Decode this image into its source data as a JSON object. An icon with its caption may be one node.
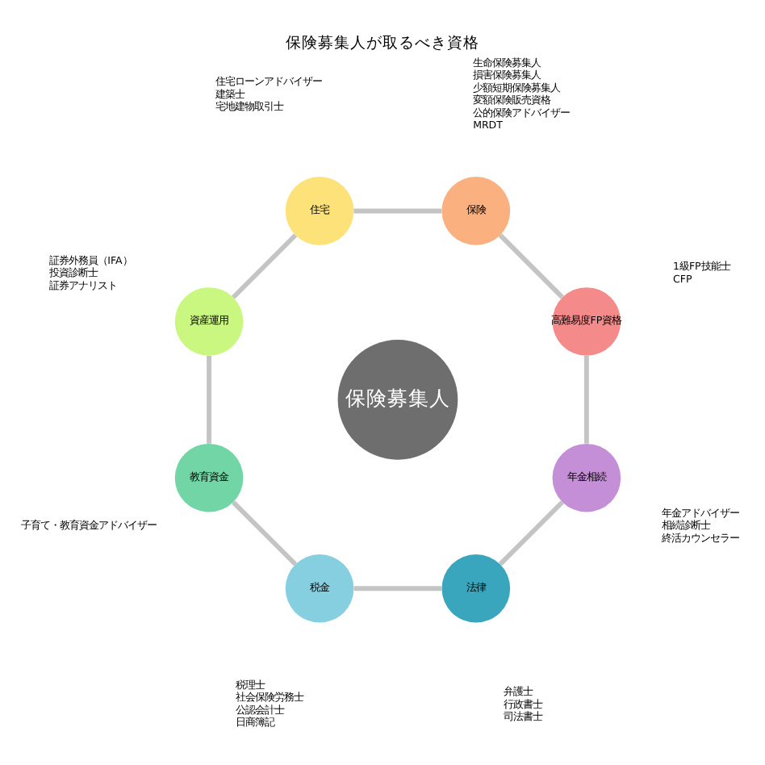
{
  "diagram": {
    "title": "保険募集人が取るべき資格",
    "nodes": [
      {
        "text": [
          "保険募集人"
        ]
      },
      {
        "text": [
          "高難易度FP資格"
        ],
        "beside": [
          "1級FP技能士",
          "CFP"
        ]
      },
      {
        "text": [
          "保険"
        ],
        "beside": [
          "生命保険募集人",
          "損害保険募集人",
          "少額短期保険募集人",
          "変額保険販売資格",
          "公的保険アドバイザー",
          "MRDT"
        ]
      },
      {
        "text": [
          "住宅"
        ],
        "beside": [
          "住宅ローンアドバイザー",
          "建築士",
          "宅地建物取引士"
        ]
      },
      {
        "text": [
          "資産運用"
        ],
        "beside": [
          "証券外務員（IFA）",
          "投資診断士",
          "証券アナリスト"
        ]
      },
      {
        "text": [
          "教育資金"
        ],
        "beside": [
          "子育て・教育資金アドバイザー"
        ]
      },
      {
        "text": [
          "税金"
        ],
        "beside": [
          "税理士",
          "社会保険労務士",
          "公認会計士",
          "日商簿記"
        ]
      },
      {
        "text": [
          "法律"
        ],
        "beside": [
          "弁護士",
          "行政書士",
          "司法書士"
        ]
      },
      {
        "text": [
          "年金相続"
        ],
        "beside": [
          "年金アドバイザー",
          "相続診断士",
          "終活カウンセラー"
        ]
      }
    ],
    "edges": [
      {
        "from": 1,
        "to": 2,
        "arrow": "none"
      },
      {
        "from": 2,
        "to": 3,
        "arrow": "none"
      },
      {
        "from": 3,
        "to": 4,
        "arrow": "none"
      },
      {
        "from": 4,
        "to": 5,
        "arrow": "none"
      },
      {
        "from": 5,
        "to": 6,
        "arrow": "none"
      },
      {
        "from": 6,
        "to": 7,
        "arrow": "none"
      },
      {
        "from": 7,
        "to": 8,
        "arrow": "none"
      },
      {
        "from": 8,
        "to": 1,
        "arrow": "none"
      }
    ]
  }
}
